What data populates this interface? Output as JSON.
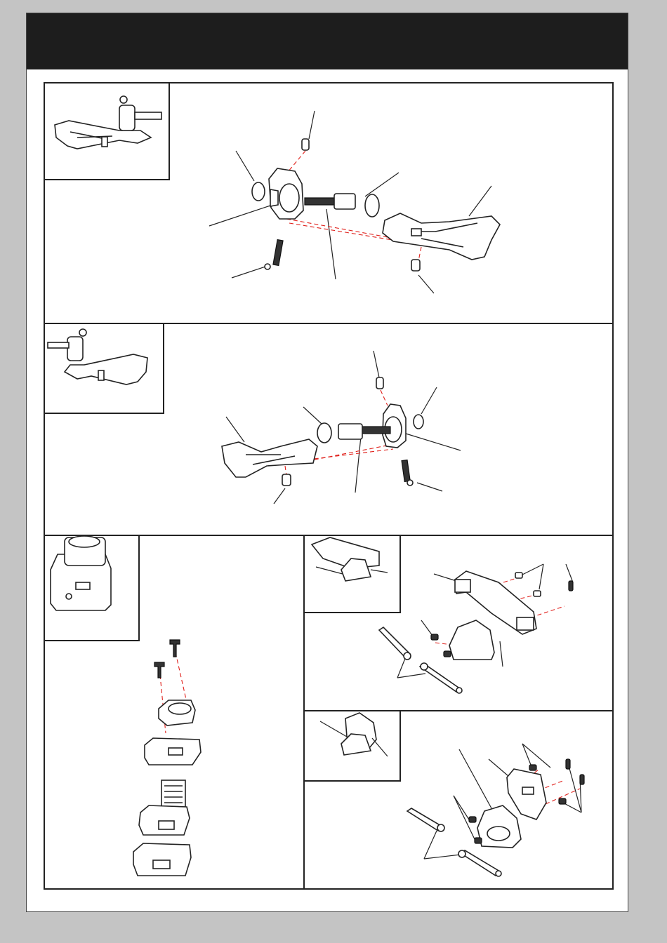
{
  "header": {
    "title": ""
  },
  "panels": [
    {
      "id": "front-left-hub-assembly",
      "callouts": []
    },
    {
      "id": "front-right-hub-assembly",
      "callouts": []
    },
    {
      "id": "esc-fan-assembly",
      "callouts": []
    },
    {
      "id": "rear-upper-gearbox-assembly",
      "callouts": []
    },
    {
      "id": "front-upper-gearbox-assembly",
      "callouts": []
    }
  ],
  "colors": {
    "sheet": "#ffffff",
    "header_bar": "#1d1d1d",
    "line_art": "#222222",
    "guide_lines": "#e0201b",
    "background": "#c4c4c4"
  }
}
